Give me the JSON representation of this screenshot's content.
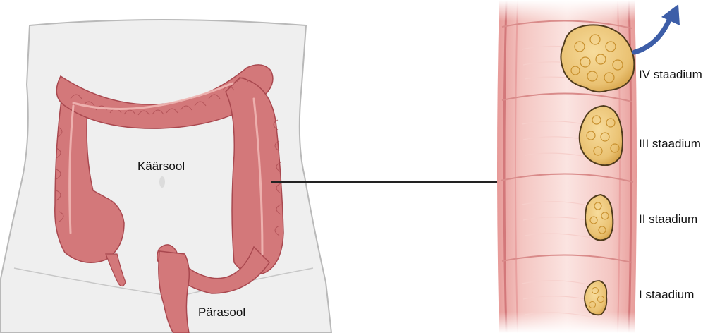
{
  "labels": {
    "colon": "Käärsool",
    "rectum": "Pärasool"
  },
  "stages": [
    {
      "label": "IV staadium"
    },
    {
      "label": "III staadium"
    },
    {
      "label": "II staadium"
    },
    {
      "label": "I staadium"
    }
  ],
  "colors": {
    "body_fill": "#efefef",
    "body_outline": "#b9b9b9",
    "colon": "#d3787a",
    "colon_dark": "#a9484f",
    "colon_light": "#f0b7b4",
    "wall_outer": "#e9a1a0",
    "wall_inner": "#f7d3d0",
    "tumor": "#ecc477",
    "tumor_dark": "#c8902e",
    "tumor_outline": "#4f3b1c",
    "arrow": "#3d5ea8",
    "connector": "#222222"
  }
}
